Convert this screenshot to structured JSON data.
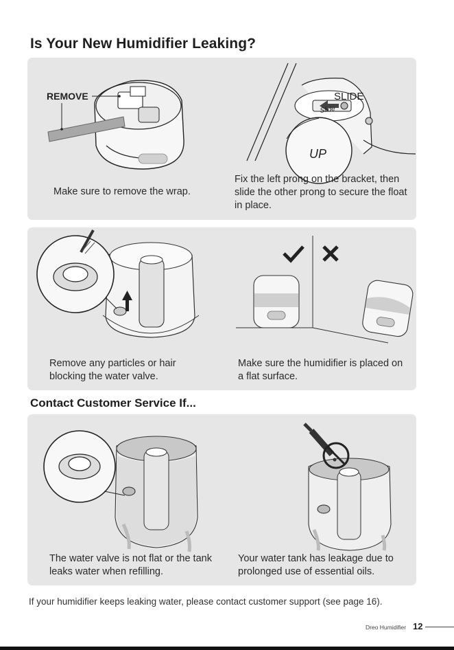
{
  "page": {
    "title": "Is Your New Humidifier Leaking?",
    "section2_title": "Contact Customer Service If...",
    "footnote": "If your humidifier keeps leaking water, please contact customer support (see page 16).",
    "brand": "Dreo Humidifier",
    "page_number": "12"
  },
  "panel1": {
    "left": {
      "callout": "REMOVE",
      "caption": "Make sure to remove the wrap."
    },
    "right": {
      "label_slide": "SLIDE",
      "label_slide_small": "Slide",
      "label_up": "UP",
      "caption": "Fix the left prong on the bracket, then slide the other prong to secure the float in place."
    }
  },
  "panel2": {
    "left": {
      "caption": "Remove any particles or hair blocking the water valve."
    },
    "right": {
      "caption": "Make sure the humidifier is placed on a flat surface."
    }
  },
  "panel3": {
    "left": {
      "caption": "The water valve is not flat or the tank leaks water when refilling."
    },
    "right": {
      "caption": "Your water tank has leakage due to prolonged use of essential oils."
    }
  },
  "icons": {
    "check": "check-icon",
    "cross": "cross-icon",
    "prohibited": "no-oil-icon",
    "arrow_up": "arrow-up-icon",
    "arrow_left": "arrow-left-icon"
  }
}
